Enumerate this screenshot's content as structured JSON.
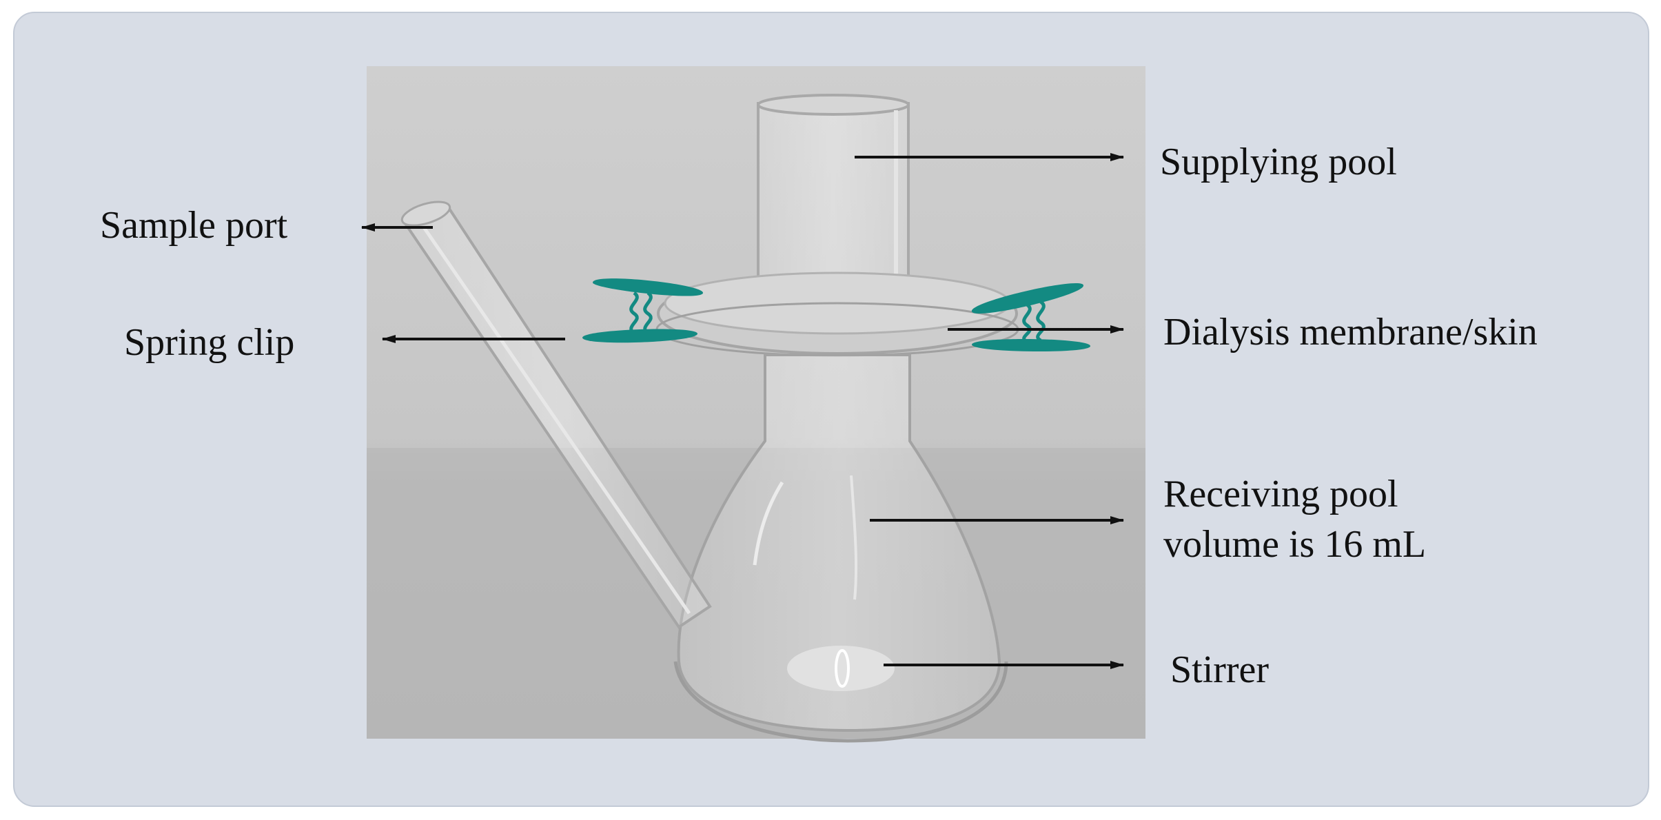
{
  "diagram": {
    "labels": {
      "supplying_pool": "Supplying pool",
      "sample_port": "Sample port",
      "spring_clip": "Spring clip",
      "dialysis_membrane": "Dialysis membrane/skin",
      "receiving_pool_line1": "Receiving pool",
      "receiving_pool_line2": "volume is 16 mL",
      "stirrer": "Stirrer"
    },
    "colors": {
      "panel_background": "#d8dde6",
      "photo_background": "#c9c9c9",
      "clip": "#138a82",
      "arrow": "#111111",
      "text": "#111111"
    },
    "icons": {
      "clip": "spring-clip-icon",
      "stirrer": "stir-bar-icon",
      "apparatus": "franz-diffusion-cell-icon"
    }
  }
}
